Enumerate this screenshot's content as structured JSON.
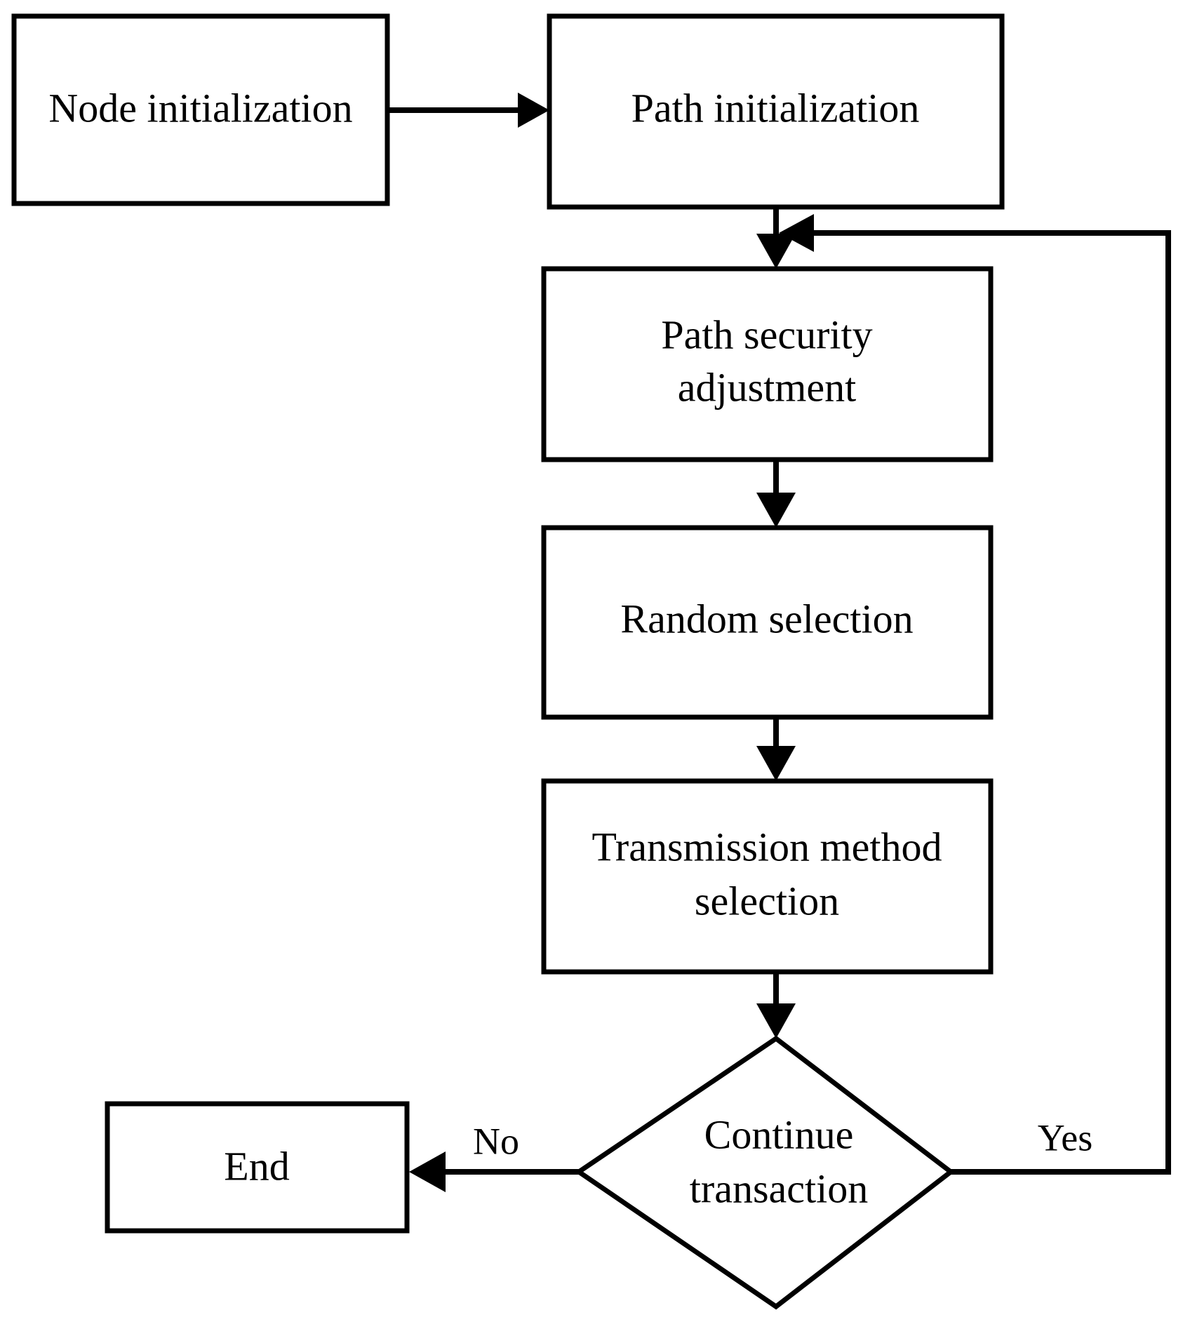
{
  "diagram": {
    "type": "flowchart",
    "title": "",
    "orientation": "top-to-bottom",
    "background_color": "#ffffff",
    "line_color": "#000000",
    "fill_color": "#ffffff",
    "nodes": [
      {
        "id": "node_init",
        "shape": "rectangle",
        "label": "Node initialization"
      },
      {
        "id": "path_init",
        "shape": "rectangle",
        "label": "Path initialization"
      },
      {
        "id": "path_security",
        "shape": "rectangle",
        "label_line1": "Path security",
        "label_line2": "adjustment"
      },
      {
        "id": "random_sel",
        "shape": "rectangle",
        "label": "Random selection"
      },
      {
        "id": "transmission",
        "shape": "rectangle",
        "label_line1": "Transmission method",
        "label_line2": "selection"
      },
      {
        "id": "decision",
        "shape": "diamond",
        "label_line1": "Continue",
        "label_line2": "transaction"
      },
      {
        "id": "end",
        "shape": "rectangle",
        "label": "End"
      }
    ],
    "edges": [
      {
        "from": "node_init",
        "to": "path_init",
        "label": ""
      },
      {
        "from": "path_init",
        "to": "path_security",
        "label": ""
      },
      {
        "from": "path_security",
        "to": "random_sel",
        "label": ""
      },
      {
        "from": "random_sel",
        "to": "transmission",
        "label": ""
      },
      {
        "from": "transmission",
        "to": "decision",
        "label": ""
      },
      {
        "from": "decision",
        "to": "end",
        "label": "No"
      },
      {
        "from": "decision",
        "to": "path_security",
        "label": "Yes"
      }
    ],
    "edge_labels": {
      "no": "No",
      "yes": "Yes"
    }
  }
}
